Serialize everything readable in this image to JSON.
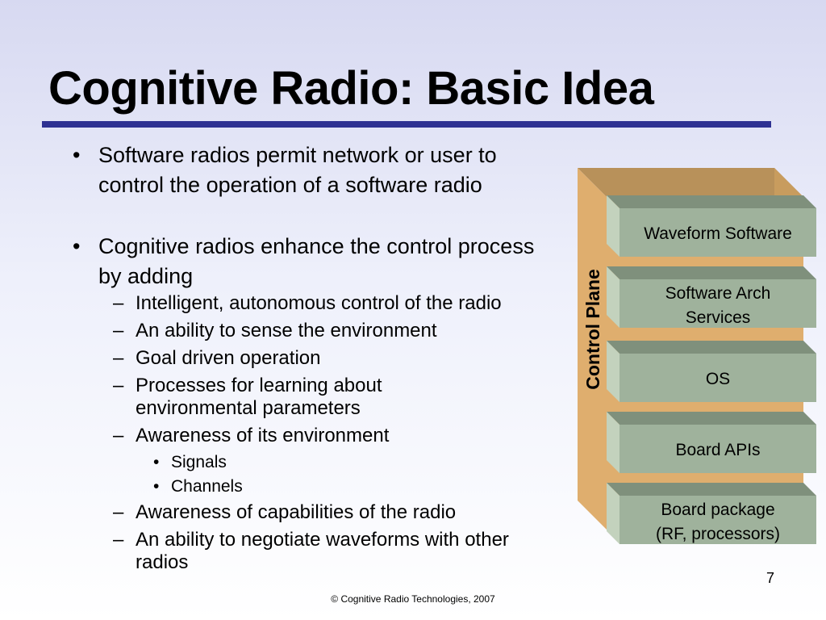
{
  "slide": {
    "title": "Cognitive Radio: Basic Idea",
    "page_number": "7",
    "footer": "© Cognitive Radio Technologies, 2007"
  },
  "bullets": {
    "b1": "Software radios permit network or user to control the operation of a software radio",
    "b2": "Cognitive radios enhance the control process by adding",
    "sub": [
      "Intelligent, autonomous control of the radio",
      "An ability to sense the environment",
      "Goal driven operation",
      "Processes for learning about environmental parameters",
      "Awareness of its environment",
      "Awareness of capabilities of the radio",
      "An ability to negotiate waveforms with other radios"
    ],
    "subsub": [
      "Signals",
      "Channels"
    ],
    "marks": {
      "l1": "•",
      "l2": "–",
      "l3": "•"
    }
  },
  "diagram": {
    "control_plane_label": "Control Plane",
    "layers": [
      {
        "line1": "Waveform Software",
        "line2": ""
      },
      {
        "line1": "Software Arch",
        "line2": "Services"
      },
      {
        "line1": "OS",
        "line2": ""
      },
      {
        "line1": "Board APIs",
        "line2": ""
      },
      {
        "line1": "Board package",
        "line2": "(RF, processors)"
      }
    ],
    "colors": {
      "plane_front": "#dfae6e",
      "plane_top": "#b8915a",
      "plane_side": "#c89c5e",
      "layer_front": "#9fb29c",
      "layer_top": "#7f907c",
      "layer_left": "#c3d2bd",
      "accent_rule": "#2e3192"
    }
  }
}
